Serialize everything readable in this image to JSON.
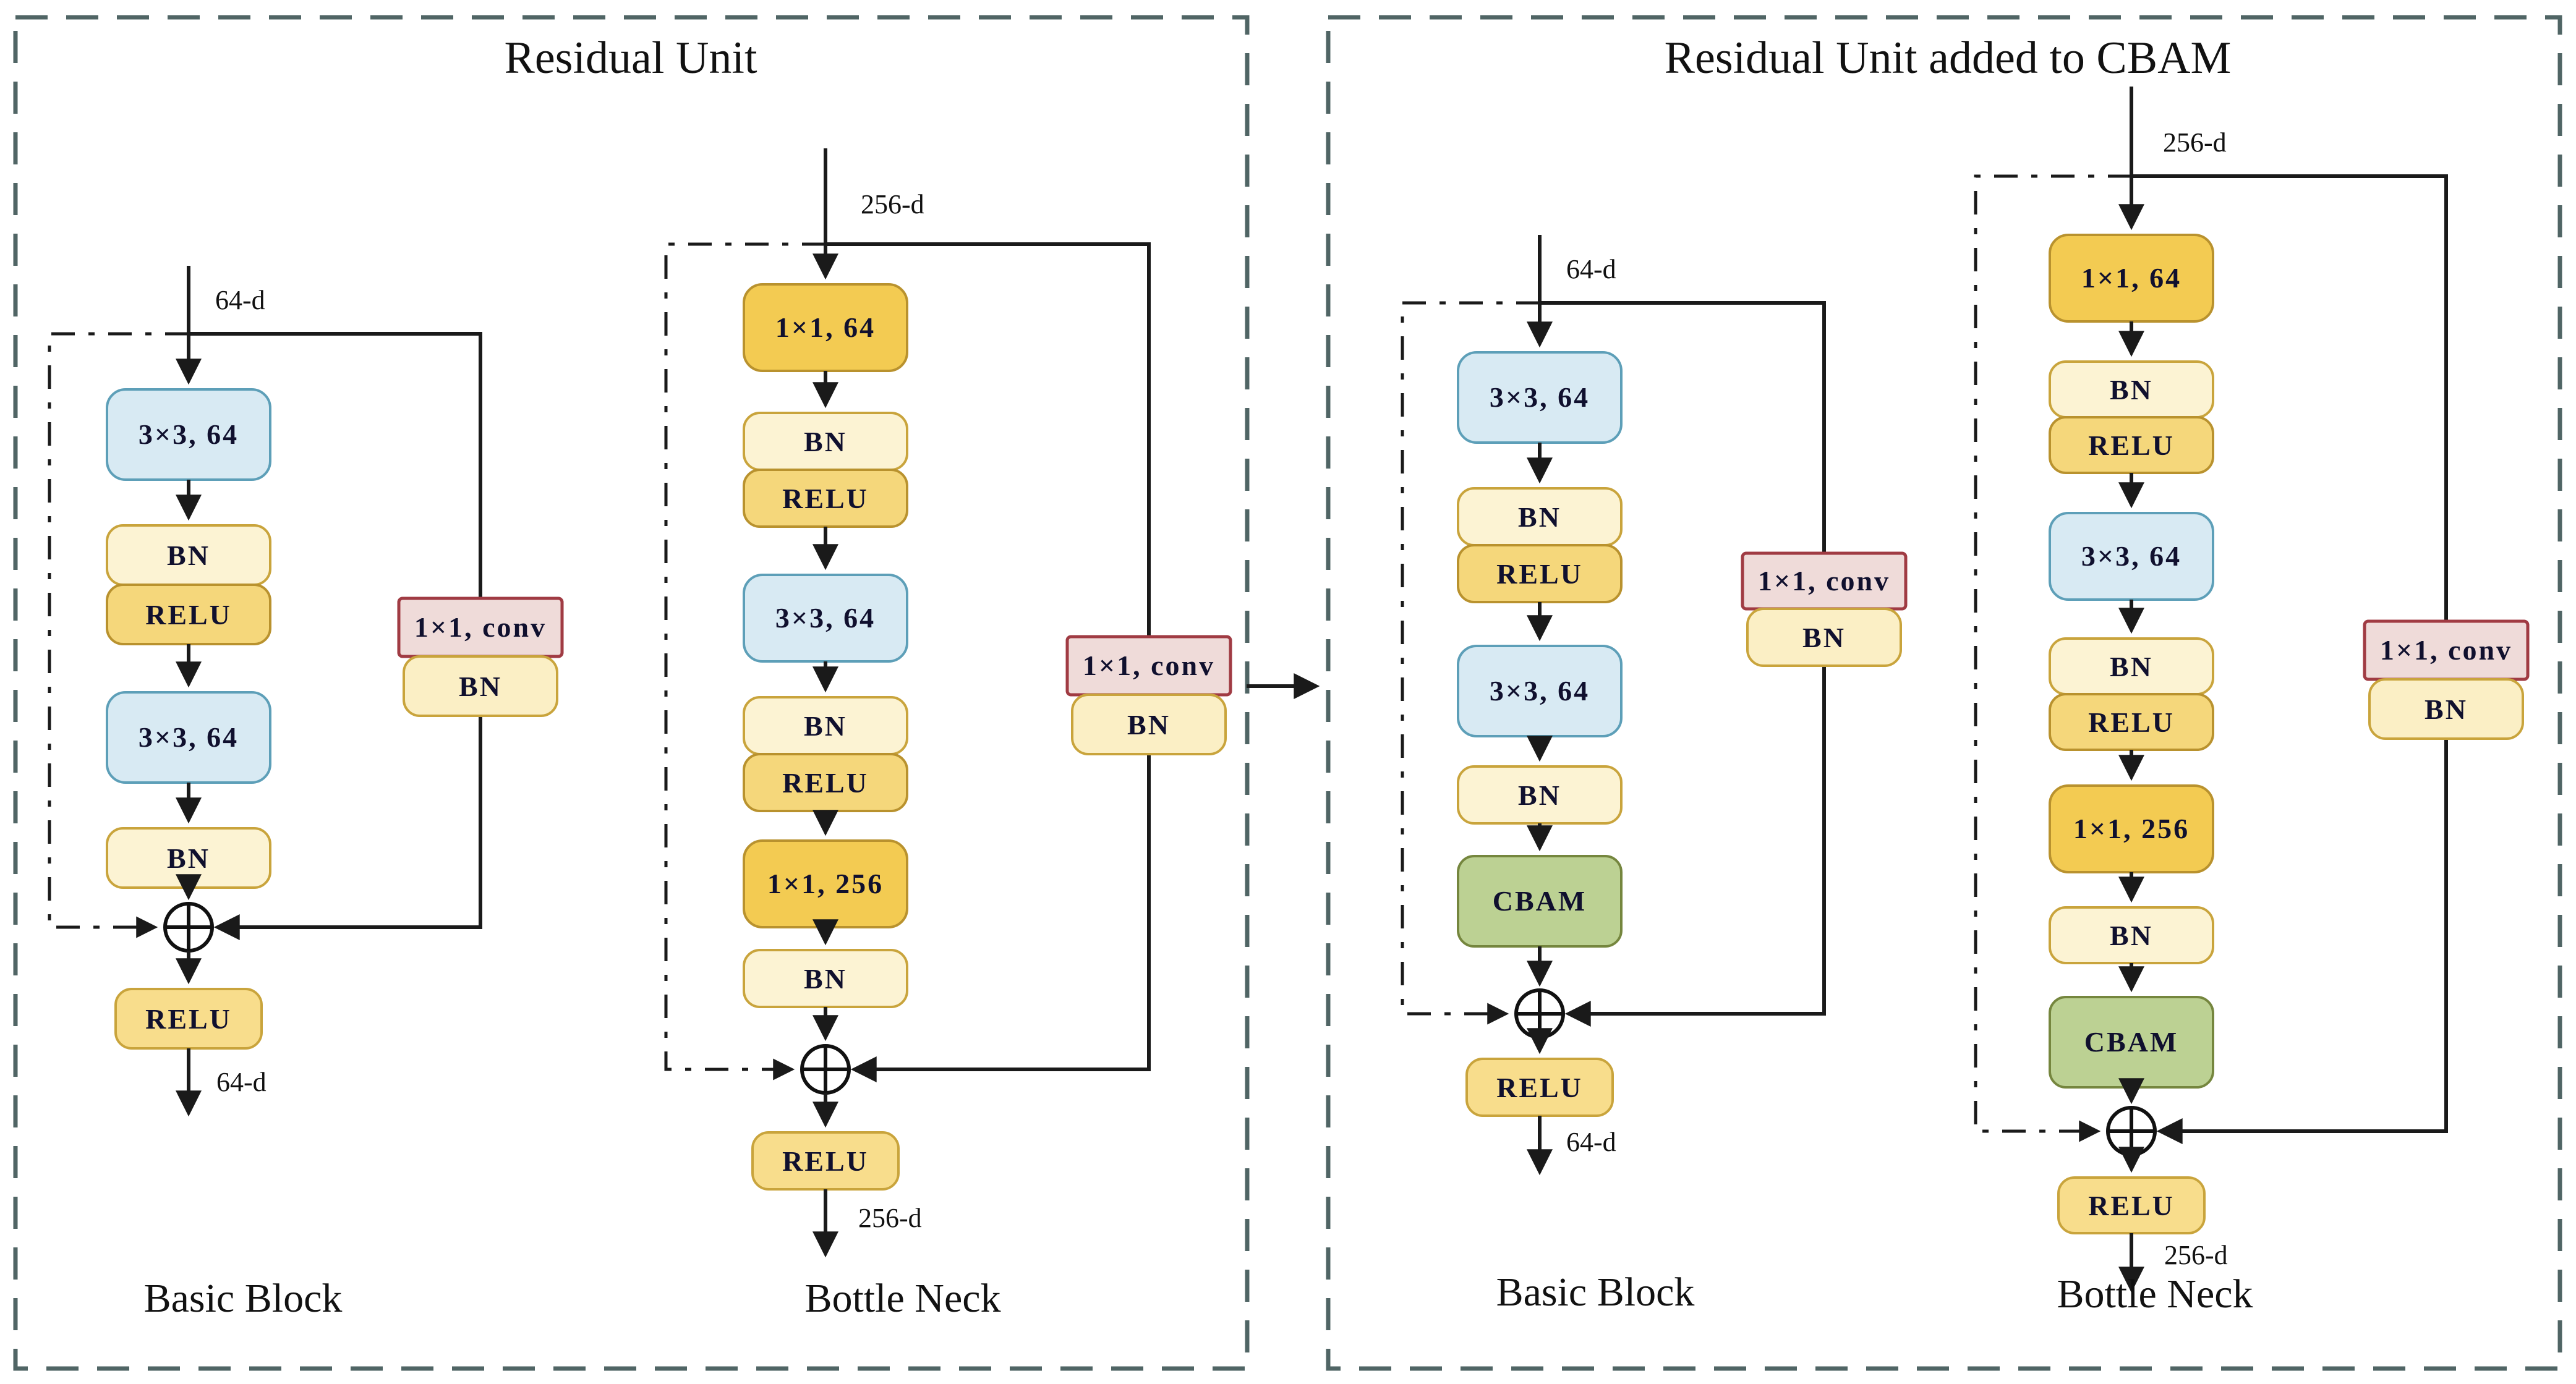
{
  "panels": {
    "left": {
      "title": "Residual Unit",
      "basic": {
        "input_dim": "64-d",
        "blocks": {
          "conv1": "3×3, 64",
          "bn1": "BN",
          "relu1": "RELU",
          "conv2": "3×3, 64",
          "bn2": "BN"
        },
        "skip": {
          "conv": "1×1, conv",
          "bn": "BN"
        },
        "relu_out": "RELU",
        "output_dim": "64-d",
        "caption": "Basic Block"
      },
      "bottleneck": {
        "input_dim": "256-d",
        "blocks": {
          "conv1": "1×1, 64",
          "bn1": "BN",
          "relu1": "RELU",
          "conv2": "3×3, 64",
          "bn2": "BN",
          "relu2": "RELU",
          "conv3": "1×1, 256",
          "bn3": "BN"
        },
        "skip": {
          "conv": "1×1, conv",
          "bn": "BN"
        },
        "relu_out": "RELU",
        "output_dim": "256-d",
        "caption": "Bottle Neck"
      }
    },
    "right": {
      "title": "Residual Unit added to CBAM",
      "basic": {
        "input_dim": "64-d",
        "blocks": {
          "conv1": "3×3, 64",
          "bn1": "BN",
          "relu1": "RELU",
          "conv2": "3×3, 64",
          "bn2": "BN",
          "cbam": "CBAM"
        },
        "skip": {
          "conv": "1×1, conv",
          "bn": "BN"
        },
        "relu_out": "RELU",
        "output_dim": "64-d",
        "caption": "Basic Block"
      },
      "bottleneck": {
        "input_dim": "256-d",
        "blocks": {
          "conv1": "1×1, 64",
          "bn1": "BN",
          "relu1": "RELU",
          "conv2": "3×3, 64",
          "bn2": "BN",
          "relu2": "RELU",
          "conv3": "1×1, 256",
          "bn3": "BN",
          "cbam": "CBAM"
        },
        "skip": {
          "conv": "1×1, conv",
          "bn": "BN"
        },
        "relu_out": "RELU",
        "output_dim": "256-d",
        "caption": "Bottle Neck"
      }
    }
  },
  "colors": {
    "conv3x3_fill": "#D8EAF3",
    "conv3x3_border": "#5D9FB8",
    "bn_fill": "#FCF3D3",
    "bn_border": "#C9A43C",
    "relu_fill": "#F5D77B",
    "relu_border": "#B9922E",
    "relu_out_fill": "#F8DD8C",
    "conv1x1_fill": "#F3CB52",
    "conv_shortcut_fill": "#EFDBD9",
    "conv_shortcut_border": "#A03B43",
    "shortcut_bn_fill": "#FBEFC5",
    "cbam_fill": "#BCD193",
    "cbam_border": "#75863E",
    "panel_border": "#506565",
    "line": "#1A1A1A",
    "background": "#FFFFFF"
  }
}
